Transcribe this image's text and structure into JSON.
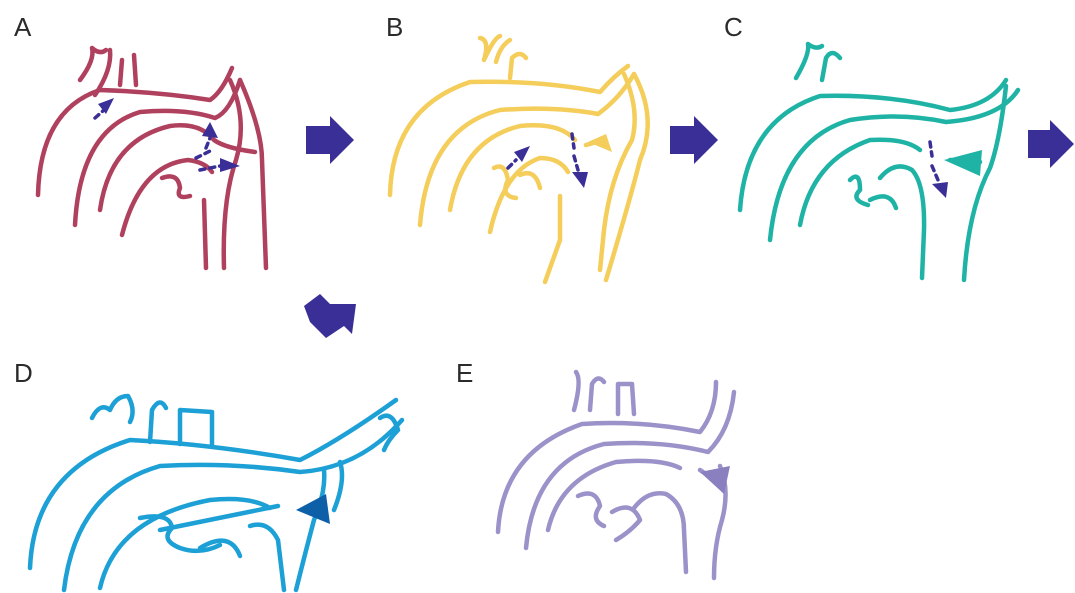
{
  "panels": [
    {
      "label": "A",
      "color": "#b0415e"
    },
    {
      "label": "B",
      "color": "#f4cd5a"
    },
    {
      "label": "C",
      "color": "#1fb3a6"
    },
    {
      "label": "D",
      "color": "#1ca0d6"
    },
    {
      "label": "E",
      "color": "#9b92c9"
    }
  ],
  "colors": {
    "arrow": "#3a2f97",
    "label_text": "#2b2b2b"
  },
  "icons": {
    "transition_arrow": "right-arrow-icon",
    "flow_arrow": "flow-direction-arrow-icon"
  }
}
